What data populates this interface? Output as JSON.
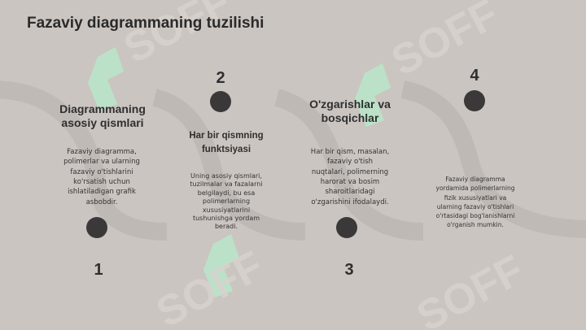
{
  "title": "Fazaviy diagrammaning tuzilishi",
  "steps": [
    {
      "number": "1",
      "heading_l1": "Diagrammaning",
      "heading_l2": "asosiy qismlari",
      "lines": [
        "Fazaviy diagramma,",
        "polimerlar va ularning",
        "fazaviy o'tishlarini",
        "ko'rsatish uchun",
        "ishlatiladigan grafik",
        "asbobdir."
      ]
    },
    {
      "number": "2",
      "heading_l1": "Har bir qismning",
      "heading_l2": "funktsiyasi",
      "lines": [
        "Uning asosiy qismlari,",
        "tuzilmalar va fazalarni",
        "belgilaydi, bu esa",
        "polimerlarning",
        "xususiyatlarini",
        "tushunishga yordam",
        "beradi."
      ]
    },
    {
      "number": "3",
      "heading_l1": "O'zgarishlar va",
      "heading_l2": "bosqichlar",
      "lines": [
        "Har bir qism, masalan,",
        "fazaviy o'tish",
        "nuqtalari, polimerning",
        "harorat va bosim",
        "sharoitlaridagi",
        "o'zgarishini ifodalaydi."
      ]
    },
    {
      "number": "4",
      "lines": [
        "Fazaviy diagramma",
        "yordamida polimerlarning",
        "fizik xususiyatlari va",
        "ularning fazaviy o'tishlari",
        "o'rtasidagi bog'lanishlarni",
        "o'rganish mumkin."
      ]
    }
  ],
  "watermark_text": "SOFF",
  "colors": {
    "background": "#cbc5c1",
    "dot": "#3a3838",
    "curve": "#bdb7b3",
    "watermark_green": "#b9e6c9"
  }
}
